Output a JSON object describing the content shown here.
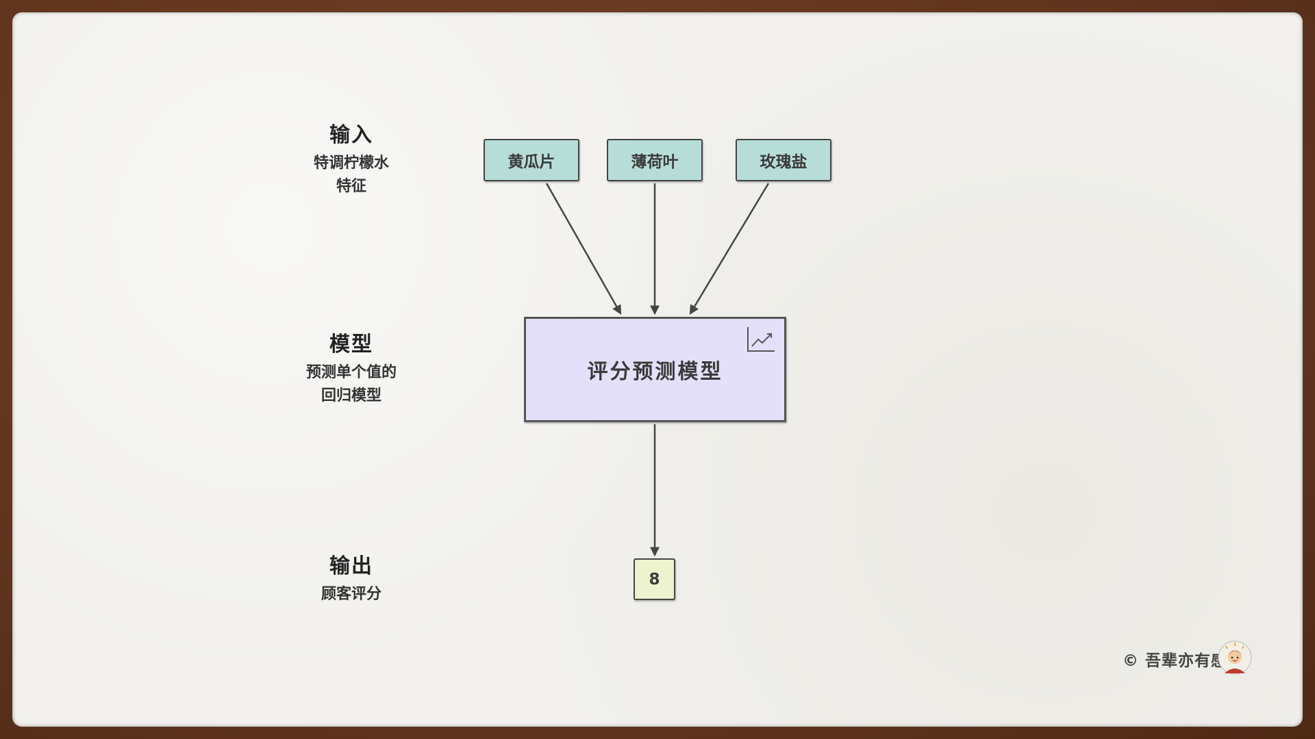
{
  "rows": {
    "input": {
      "title": "输入",
      "desc_lines": [
        "特调柠檬水",
        "特征"
      ]
    },
    "model": {
      "title": "模型",
      "desc_lines": [
        "预测单个值的",
        "回归模型"
      ]
    },
    "output": {
      "title": "输出",
      "desc_lines": [
        "顾客评分"
      ]
    }
  },
  "features": [
    "黄瓜片",
    "薄荷叶",
    "玫瑰盐"
  ],
  "model_box": {
    "label": "评分预测模型",
    "icon": "line-chart-icon"
  },
  "output_box": {
    "value": "8"
  },
  "credit": "© 吾辈亦有感",
  "colors": {
    "feature_fill": "#b7ddd8",
    "model_fill": "#e4e0f9",
    "output_fill": "#eef3cf",
    "paper": "#f1f0ec",
    "frame": "#6b3a22"
  }
}
